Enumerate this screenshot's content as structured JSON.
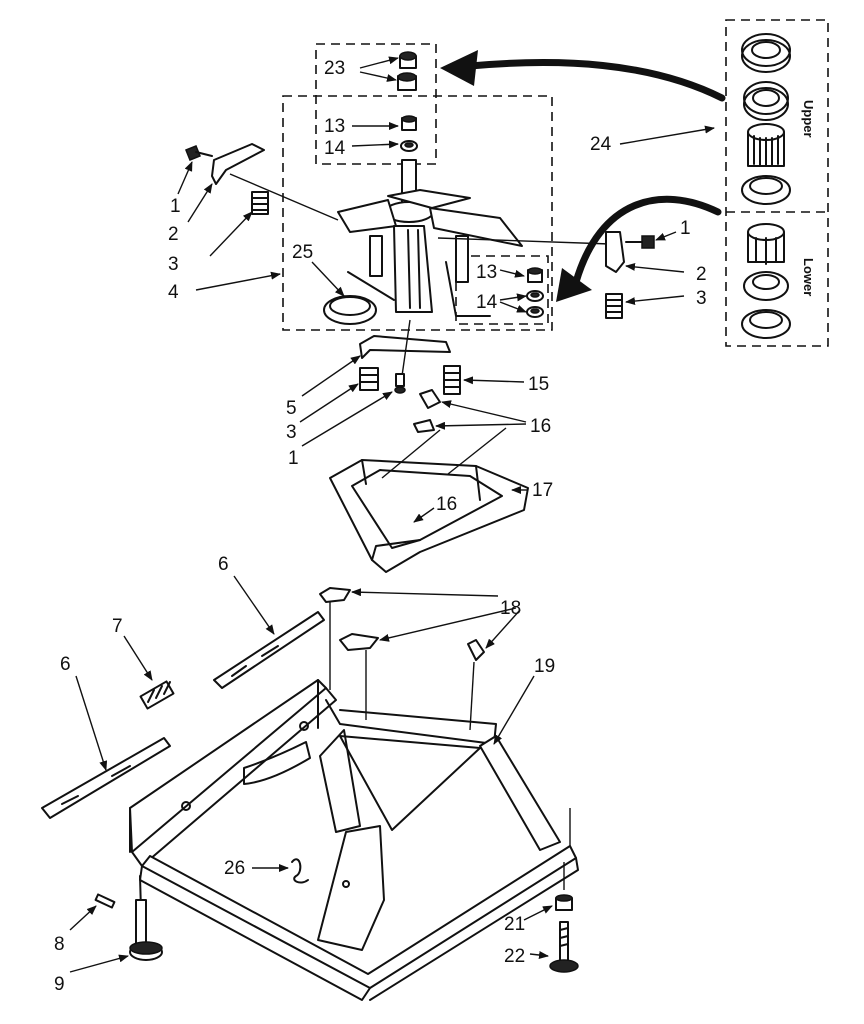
{
  "callouts": [
    {
      "id": "c1a",
      "text": "1"
    },
    {
      "id": "c2a",
      "text": "2"
    },
    {
      "id": "c3a",
      "text": "3"
    },
    {
      "id": "c4",
      "text": "4"
    },
    {
      "id": "c25",
      "text": "25"
    },
    {
      "id": "c23",
      "text": "23"
    },
    {
      "id": "c13a",
      "text": "13"
    },
    {
      "id": "c14a",
      "text": "14"
    },
    {
      "id": "c24",
      "text": "24"
    },
    {
      "id": "c1b",
      "text": "1"
    },
    {
      "id": "c2b",
      "text": "2"
    },
    {
      "id": "c3b",
      "text": "3"
    },
    {
      "id": "c13b",
      "text": "13"
    },
    {
      "id": "c14b",
      "text": "14"
    },
    {
      "id": "c5",
      "text": "5"
    },
    {
      "id": "c3c",
      "text": "3"
    },
    {
      "id": "c1c",
      "text": "1"
    },
    {
      "id": "c15",
      "text": "15"
    },
    {
      "id": "c16a",
      "text": "16"
    },
    {
      "id": "c16b",
      "text": "16"
    },
    {
      "id": "c17",
      "text": "17"
    },
    {
      "id": "c6a",
      "text": "6"
    },
    {
      "id": "c6b",
      "text": "6"
    },
    {
      "id": "c7",
      "text": "7"
    },
    {
      "id": "c18",
      "text": "18"
    },
    {
      "id": "c19",
      "text": "19"
    },
    {
      "id": "c26",
      "text": "26"
    },
    {
      "id": "c8",
      "text": "8"
    },
    {
      "id": "c9",
      "text": "9"
    },
    {
      "id": "c21",
      "text": "21"
    },
    {
      "id": "c22",
      "text": "22"
    }
  ],
  "kit_labels": {
    "upper": "Upper",
    "lower": "Lower"
  }
}
